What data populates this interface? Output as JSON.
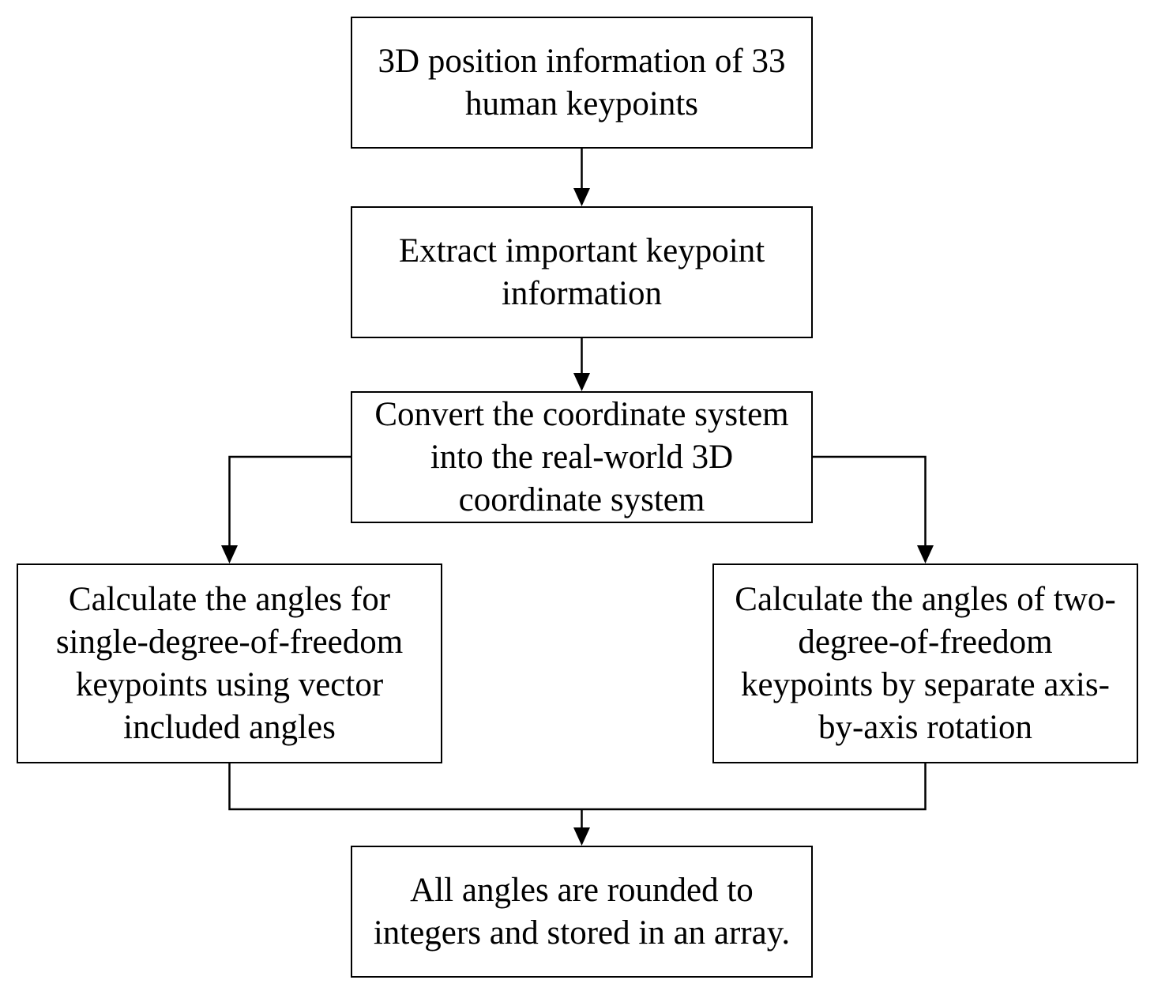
{
  "diagram": {
    "nodes": [
      {
        "id": "node-1",
        "text": "3D position information of 33\nhuman keypoints"
      },
      {
        "id": "node-2",
        "text": "Extract important keypoint\ninformation"
      },
      {
        "id": "node-3",
        "text": "Convert the coordinate system\ninto the real-world 3D\ncoordinate system"
      },
      {
        "id": "node-4",
        "text": "Calculate the angles for\nsingle-degree-of-freedom\nkeypoints using vector\nincluded angles"
      },
      {
        "id": "node-5",
        "text": "Calculate the angles of two-\ndegree-of-freedom\nkeypoints by separate axis-\nby-axis rotation"
      },
      {
        "id": "node-6",
        "text": "All angles are rounded to\nintegers and stored in an array."
      }
    ],
    "edges": [
      {
        "from": "node-1",
        "to": "node-2"
      },
      {
        "from": "node-2",
        "to": "node-3"
      },
      {
        "from": "node-3",
        "to": "node-4"
      },
      {
        "from": "node-3",
        "to": "node-5"
      },
      {
        "from": "node-4",
        "to": "node-6"
      },
      {
        "from": "node-5",
        "to": "node-6"
      }
    ],
    "colors": {
      "stroke": "#000000",
      "background": "#ffffff"
    }
  }
}
